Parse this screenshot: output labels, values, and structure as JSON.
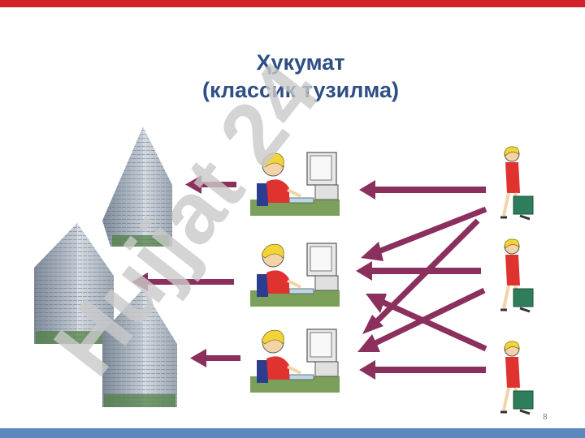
{
  "slide": {
    "title_line1": "Ҳукумат",
    "title_line2": "(классик тузилма)",
    "watermark": "Hujjat 24",
    "page_number": "8"
  },
  "colors": {
    "top_bar": "#d22128",
    "bottom_bar": "#5b88bf",
    "title": "#2f4f84",
    "arrow": "#8b2f5c",
    "watermark": "#c9c9c9"
  },
  "illustrations": {
    "buildings": [
      "building-icon",
      "building-icon",
      "building-icon"
    ],
    "officials": [
      "office-worker-icon",
      "office-worker-icon",
      "office-worker-icon"
    ],
    "citizens": [
      "walking-person-icon",
      "walking-person-icon",
      "walking-person-icon"
    ]
  }
}
